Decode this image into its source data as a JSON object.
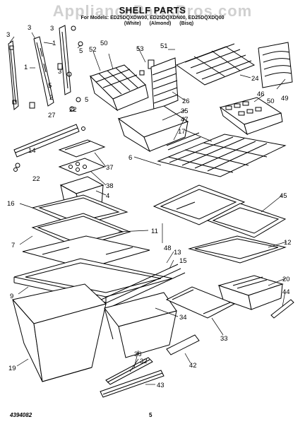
{
  "header": {
    "watermark": "AppliancePartsPros.com",
    "title": "SHELF PARTS",
    "models": "For Models: ED25DQXDW00, ED25DQXDN00, ED25DQXDQ00",
    "colors": "(White) (Almond) (Bisq)"
  },
  "footer": {
    "doc_number": "4394082",
    "page_number": "5"
  },
  "labels": {
    "l1a": "1",
    "l1b": "1",
    "l2": "2",
    "l3a": "3",
    "l3b": "3",
    "l3c": "3",
    "l3d": "3",
    "l4": "4",
    "l5a": "5",
    "l5b": "5",
    "l5c": "5",
    "l6": "6",
    "l7": "7",
    "l9": "9",
    "l11": "11",
    "l12": "12",
    "l13": "13",
    "l14": "14",
    "l15": "15",
    "l16": "16",
    "l17": "17",
    "l19": "19",
    "l20": "20",
    "l22a": "22",
    "l22b": "22",
    "l24": "24",
    "l26": "26",
    "l27": "27",
    "l32": "32",
    "l33": "33",
    "l34": "34",
    "l35": "35",
    "l36": "36",
    "l37": "37",
    "l38": "38",
    "l42": "42",
    "l43": "43",
    "l44": "44",
    "l45": "45",
    "l46": "46",
    "l47": "47",
    "l48": "48",
    "l49": "49",
    "l50a": "50",
    "l50b": "50",
    "l51": "51",
    "l52": "52",
    "l53": "53"
  }
}
